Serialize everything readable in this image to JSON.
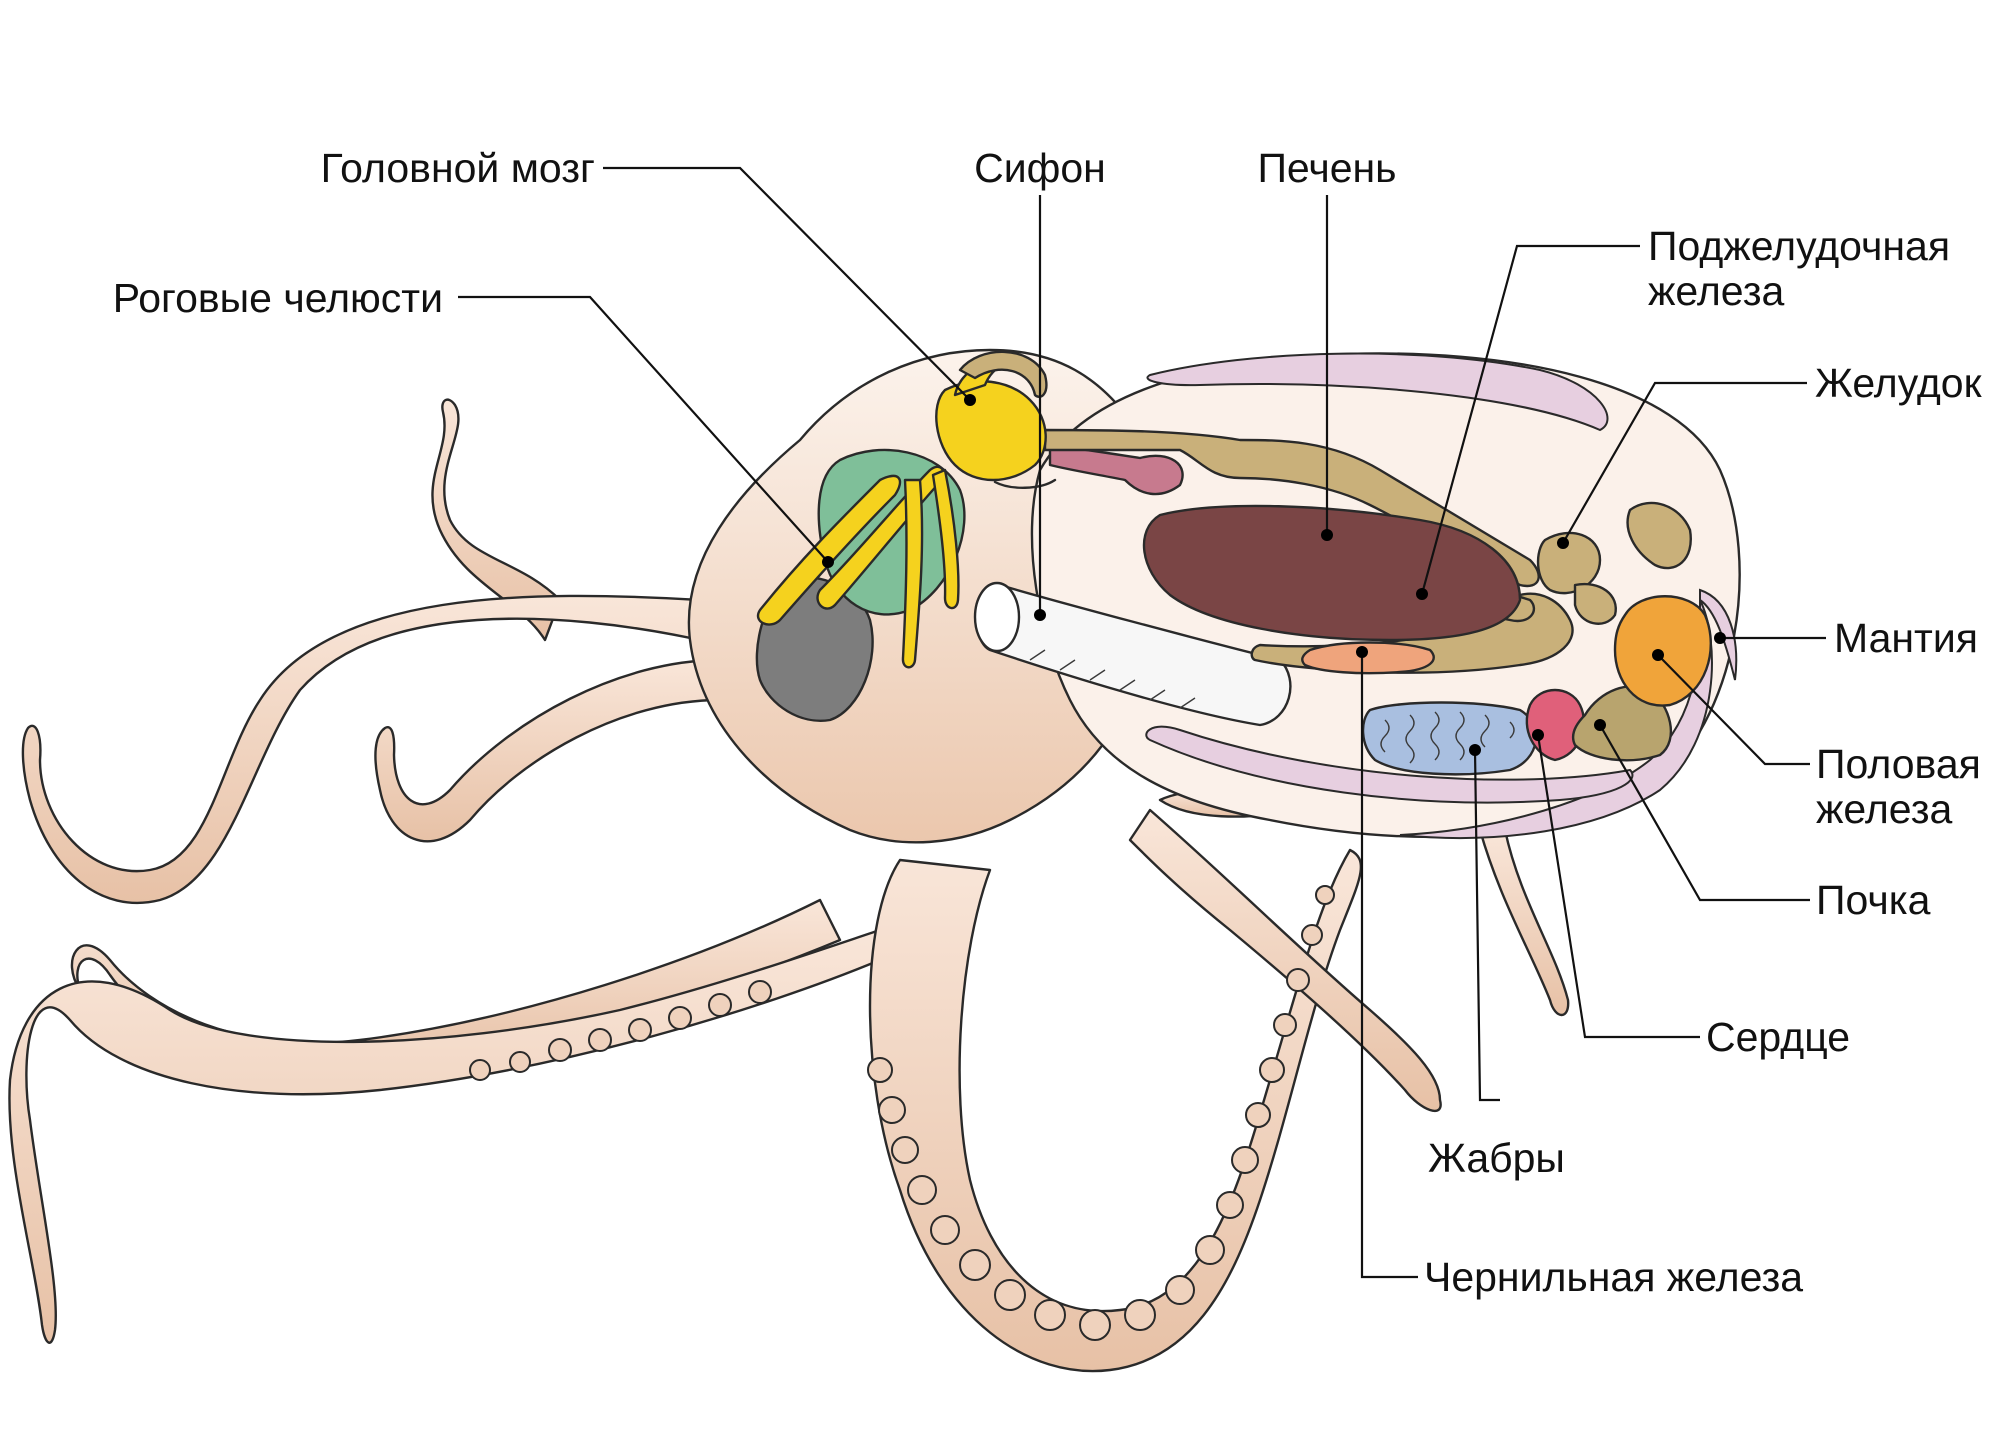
{
  "labels": {
    "brain": "Головной мозг",
    "jaws": "Роговые челюсти",
    "siphon": "Сифон",
    "liver": "Печень",
    "pancreas_1": "Поджелудочная",
    "pancreas_2": "железа",
    "stomach": "Желудок",
    "mantle": "Мантия",
    "gonad_1": "Половая",
    "gonad_2": "железа",
    "kidney": "Почка",
    "heart": "Сердце",
    "gills": "Жабры",
    "ink_gland": "Чернильная железа"
  },
  "colors": {
    "body_top": "#fbefe6",
    "body_bottom": "#ecc9b0",
    "mantle_pink": "#e7cfe0",
    "brain_yellow": "#f5d21e",
    "jaw_gray": "#7d7d7d",
    "jaw_green": "#7fbf99",
    "liver": "#7a4545",
    "digestive_tan": "#c9b07a",
    "gonad_orange": "#f0a43a",
    "gills_blue": "#a9bfe0",
    "heart_pink": "#e0607a",
    "kidney_olive": "#b8a46e",
    "ink_salmon": "#efa47c",
    "siphon_white": "#f7f7f7",
    "gut_tube": "#c77a8e"
  }
}
